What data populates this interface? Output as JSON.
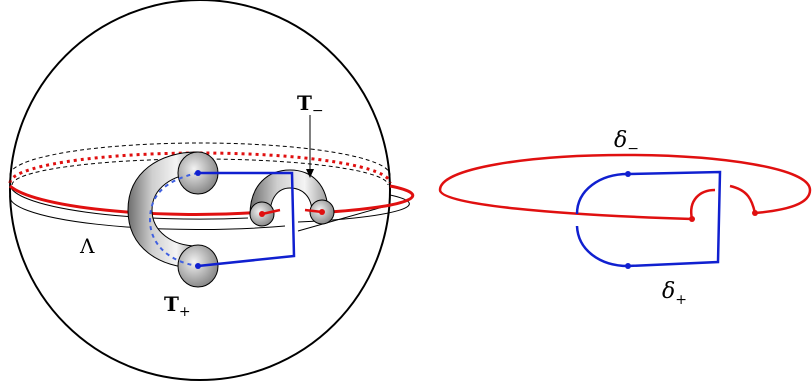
{
  "labels": {
    "lambda": "Λ",
    "t_plus_base": "T",
    "t_plus_sub": "+",
    "t_minus_base": "T",
    "t_minus_sub": "−",
    "delta_minus_base": "δ",
    "delta_minus_sub": "−",
    "delta_plus_base": "δ",
    "delta_plus_sub": "+"
  },
  "colors": {
    "red_curve": "#e01010",
    "blue_curve": "#1020d0",
    "outline": "#000000",
    "tube_dark": "#6e6e6e",
    "tube_light": "#f4f4f4"
  }
}
